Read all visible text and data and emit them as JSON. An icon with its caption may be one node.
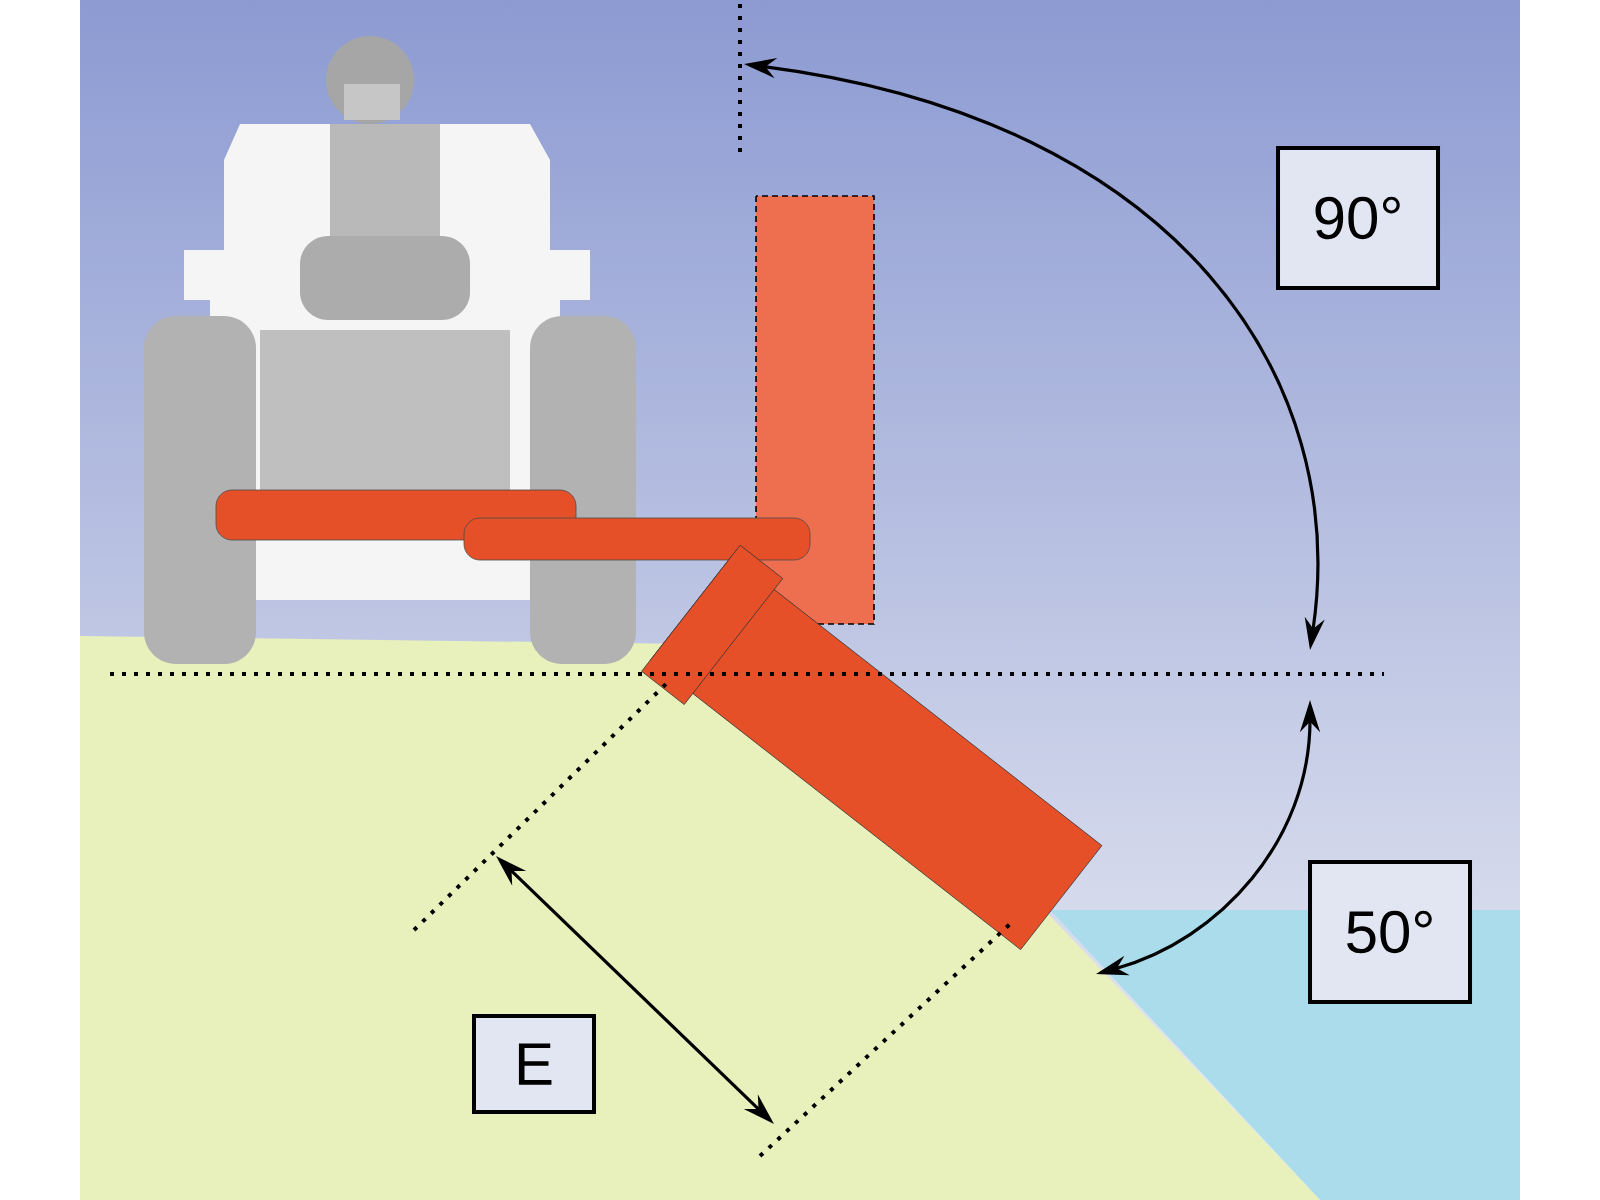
{
  "diagram": {
    "labels": [
      "90°",
      "50°",
      "E"
    ]
  }
}
